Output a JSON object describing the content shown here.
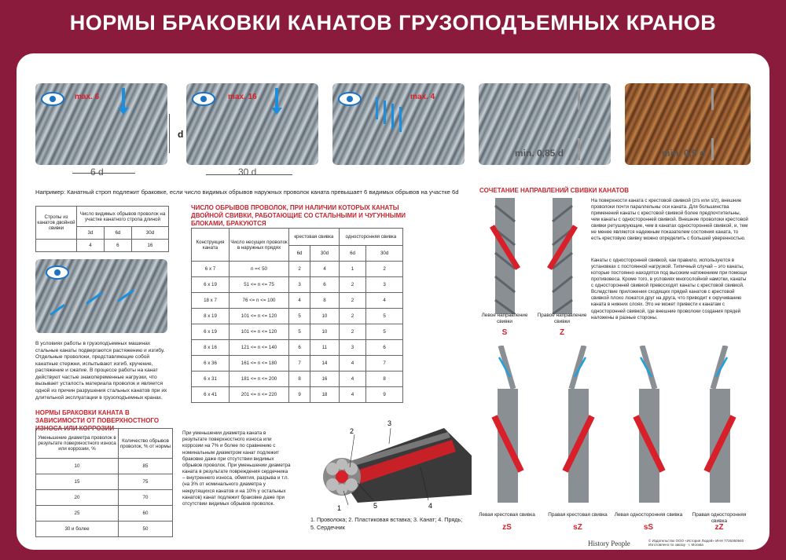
{
  "title": "НОРМЫ БРАКОВКИ КАНАТОВ ГРУЗОПОДЪЕМНЫХ КРАНОВ",
  "photos": {
    "p1": {
      "label": "max. 6",
      "measure": "6 d",
      "side": "d"
    },
    "p2": {
      "label": "max. 16",
      "measure": "30 d"
    },
    "p3": {
      "label": "max. 4"
    },
    "p4": {
      "label": "min. 0,85 d"
    },
    "p5": {
      "label": "min. 0,9 d"
    }
  },
  "example_note": "Например: Канатный строп подлежит браковке, если число видимых обрывов наружных проволок каната превышает 6 видимых обрывов на участке 6d",
  "table1": {
    "row_header": "Стропы из канатов двойной свивки",
    "col_header": "Число видимых обрывов проволок на участке канатного стропа длиной",
    "lengths": [
      "3d",
      "6d",
      "30d"
    ],
    "values": [
      "4",
      "6",
      "16"
    ]
  },
  "work_text": "В условиях работы в грузоподъемных машинах стальные канаты подвергаются растяжению и изгибу. Отдельные проволоки, представляющие собой канатные стержни, испытывают изгиб, кручение, растяжение и сжатие. В процессе работы на канат действуют частые знакопеременные нагрузки, что вызывает усталость материала проволок и является одной из причин разрушения стальных канатов при их длительной эксплуатации в грузоподъемных кранах.",
  "table3": {
    "heading": "НОРМЫ БРАКОВКИ КАНАТА В ЗАВИСИМОСТИ ОТ ПОВЕРХНОСТНОГО ИЗНОСА ИЛИ КОРРОЗИИ",
    "col1": "Уменьшение диаметра проволок в результате поверхностного износа или коррозии, %",
    "col2": "Количество обрывов проволок, % от нормы",
    "rows": [
      [
        "10",
        "85"
      ],
      [
        "15",
        "75"
      ],
      [
        "20",
        "70"
      ],
      [
        "25",
        "60"
      ],
      [
        "30 и более",
        "50"
      ]
    ]
  },
  "table2": {
    "heading": "ЧИСЛО ОБРЫВОВ ПРОВОЛОК, ПРИ НАЛИЧИИ КОТОРЫХ КАНАТЫ ДВОЙНОЙ СВИВКИ, РАБОТАЮЩИЕ СО СТАЛЬНЫМИ И ЧУГУННЫМИ БЛОКАМИ, БРАКУЮТСЯ",
    "h_construction": "Конструкция каната",
    "h_wires": "Число несущих проволок в наружных прядях",
    "h_cross": "крестовая свивка",
    "h_one": "односторонняя свивка",
    "sub": [
      "6d",
      "30d",
      "6d",
      "30d"
    ],
    "rows": [
      [
        "6 х 7",
        "n =< 50",
        "2",
        "4",
        "1",
        "2"
      ],
      [
        "6 х 19",
        "51 <= n <= 75",
        "3",
        "6",
        "2",
        "3"
      ],
      [
        "18 х 7",
        "76 <= n <= 100",
        "4",
        "8",
        "2",
        "4"
      ],
      [
        "8 х 19",
        "101 <= n <= 120",
        "5",
        "10",
        "2",
        "5"
      ],
      [
        "6 х 19",
        "101 <= n <= 120",
        "5",
        "10",
        "2",
        "5"
      ],
      [
        "8 х 16",
        "121 <= n <= 140",
        "6",
        "11",
        "3",
        "6"
      ],
      [
        "6 х 36",
        "161 <= n <= 180",
        "7",
        "14",
        "4",
        "7"
      ],
      [
        "6 х 31",
        "181 <= n <= 200",
        "8",
        "16",
        "4",
        "8"
      ],
      [
        "6 х 41",
        "201 <= n <= 220",
        "9",
        "18",
        "4",
        "9"
      ]
    ]
  },
  "mid_text": "При уменьшении диаметра каната в результате поверхностного износа или коррозии на 7% и более по сравнению с номинальным диаметром канат подлежит браковке даже при отсутствии видимых обрывов проволок. При уменьшении диаметра каната в результате повреждения сердечника – внутреннего износа, обмятия, разрыва и т.п. (на 3% от номинального диаметра у некрутящихся канатов и на 10% у остальных канатов) канат подлежит браковке даже при отсутствии видимых обрывов проволок.",
  "diagram": {
    "numbers": [
      "1",
      "2",
      "3",
      "4",
      "5"
    ],
    "caption": "1. Проволока; 2. Пластиковая вставка; 3. Канат; 4. Прядь; 5. Сердечник"
  },
  "lay": {
    "heading": "СОЧЕТАНИЕ НАПРАВЛЕНИЙ СВИВКИ КАНАТОВ",
    "left": "Левое направление свивки",
    "right": "Правое направление свивки",
    "S": "S",
    "Z": "Z"
  },
  "right_text_1": "На поверхности каната с крестовой свивкой (z/s или s/z), внешние проволоки почти параллельны оси каната. Для большинства применений канаты с крестовой свивкой более предпочтительны, чем канаты с односторонней свивкой. Внешние проволоки крестовой свивки ретуширующие, чем в канатах односторонней свивкой, и, тем не менее являются надежным показателем состояния каната, то есть крестовую свивку можно определить с большей уверенностью.",
  "right_text_2": "Канаты с односторонней свивкой, как правило, используются в установках с постоянной нагрузкой. Типичный случай – это канаты, которые постоянно находятся под высоким натяжением при помощи противовеса. Кроме того, в условиях многослойной намотки, канаты с односторонней свивкой превосходят канаты с крестовой свивкой. Вследствие приложения сходящих прядей канатов с крестовой свивкой плохо ложатся друг на друга, что приводит к скручиванию каната в нижних слоях. Это не может привести к канатам с односторонней свивкой, где внешние проволоки создания прядей наложены в разные стороны.",
  "bottom_sigs": [
    {
      "label": "Левая крестовая свивка",
      "code": "zS"
    },
    {
      "label": "Правая крестовая свивка",
      "code": "sZ"
    },
    {
      "label": "Левая односторонняя свивка",
      "code": "sS"
    },
    {
      "label": "Правая односторонняя свивка",
      "code": "zZ"
    }
  ],
  "footer": {
    "brand": "History People",
    "text": "© Издательство ООО «История Людей» ИНН 7726360940 · Изготовлено по заказу · г. Москва"
  },
  "colors": {
    "frame": "#8b1b3d",
    "accent_red": "#d8202a",
    "accent_blue": "#1a73c9"
  }
}
